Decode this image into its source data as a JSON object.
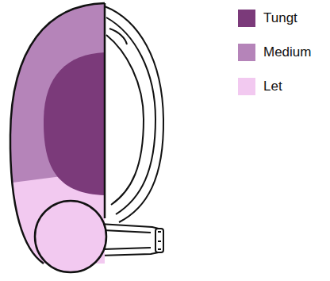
{
  "diagram": {
    "legend": [
      {
        "text": "Tungt",
        "color": "#7b3a7a"
      },
      {
        "text": "Medium",
        "color": "#b584b9"
      },
      {
        "text": "Let",
        "color": "#f2c9f0"
      }
    ]
  }
}
